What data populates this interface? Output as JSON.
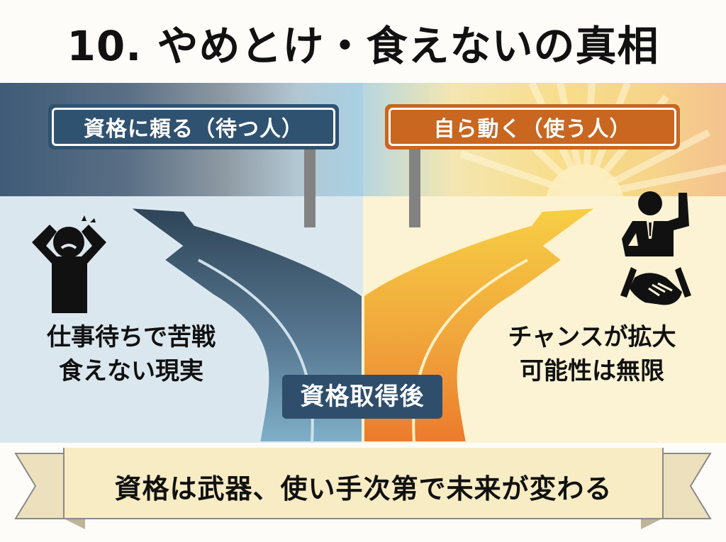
{
  "title": "10. やめとけ・食えないの真相",
  "signs": {
    "left": {
      "label": "資格に頼る（待つ人）",
      "color": "#2f5270"
    },
    "right": {
      "label": "自ら動く（使う人）",
      "color": "#c96620"
    }
  },
  "paths": {
    "left": {
      "icon": "stressed-person-icon",
      "caption_line1": "仕事待ちで苦戦",
      "caption_line2": "食えない現実",
      "road_color": "#3d5a73"
    },
    "right": {
      "icons": [
        "businessman-icon",
        "handshake-icon"
      ],
      "caption_line1": "チャンスが拡大",
      "caption_line2": "可能性は無限",
      "road_color": "#f0a23a"
    }
  },
  "junction_label": "資格取得後",
  "banner": {
    "text": "資格は武器、使い手次第で未来が変わる",
    "color": "#f8ecc4"
  }
}
